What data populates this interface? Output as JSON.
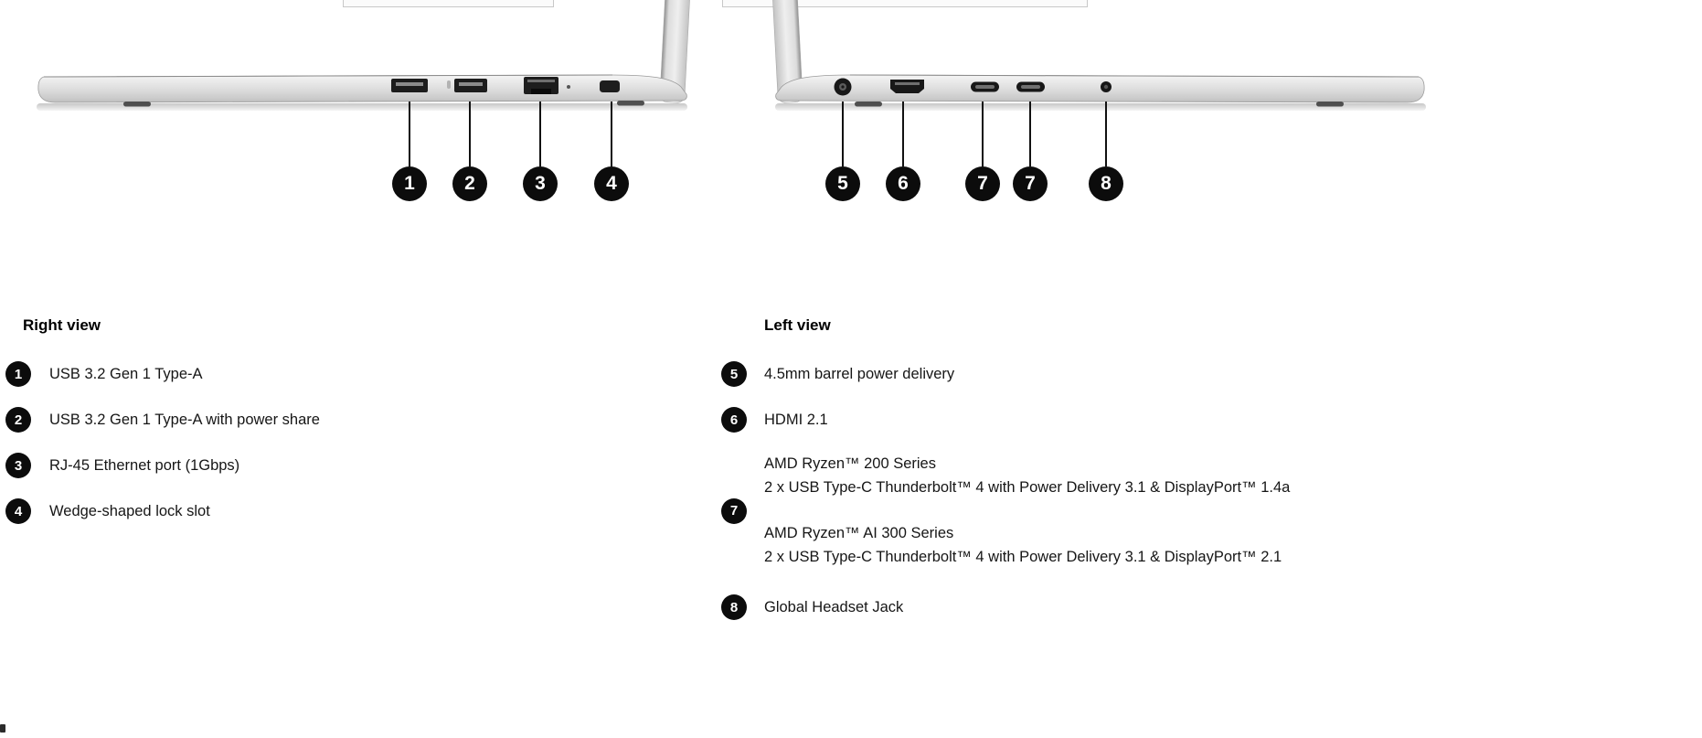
{
  "figure": {
    "right_view": {
      "callouts": [
        {
          "num": "1"
        },
        {
          "num": "2"
        },
        {
          "num": "3"
        },
        {
          "num": "4"
        }
      ]
    },
    "left_view": {
      "callouts": [
        {
          "num": "5"
        },
        {
          "num": "6"
        },
        {
          "num": "7"
        },
        {
          "num": "7"
        },
        {
          "num": "8"
        }
      ]
    }
  },
  "legend": {
    "right": {
      "title": "Right view",
      "items": [
        {
          "num": "1",
          "text": "USB 3.2 Gen 1 Type-A"
        },
        {
          "num": "2",
          "text": "USB 3.2 Gen 1 Type-A with power share"
        },
        {
          "num": "3",
          "text": "RJ-45 Ethernet port (1Gbps)"
        },
        {
          "num": "4",
          "text": "Wedge-shaped lock slot"
        }
      ]
    },
    "left": {
      "title": "Left view",
      "items": [
        {
          "num": "5",
          "text": "4.5mm barrel power delivery"
        },
        {
          "num": "6",
          "text": "HDMI 2.1"
        },
        {
          "num": "7",
          "lines": [
            "AMD Ryzen™ 200 Series",
            "2 x USB Type-C Thunderbolt™ 4 with Power Delivery 3.1 & DisplayPort™ 1.4a",
            "AMD Ryzen™ AI 300 Series",
            "2 x USB Type-C Thunderbolt™ 4 with Power Delivery 3.1 & DisplayPort™ 2.1"
          ]
        },
        {
          "num": "8",
          "text": "Global Headset Jack"
        }
      ]
    }
  },
  "colors": {
    "badge_black": "#0c0c0c",
    "text": "#161616",
    "laptop_silver": "#dedede"
  }
}
